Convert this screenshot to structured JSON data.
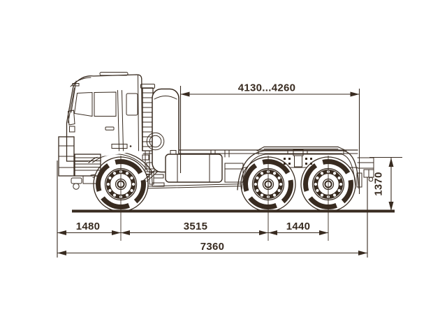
{
  "diagram": {
    "type": "technical dimensional drawing",
    "subject": "Three-axle truck tractor, side elevation",
    "ink_color": "#382b20",
    "background_color": "#ffffff"
  },
  "dimensions": {
    "chassis_span": "4130...4260",
    "front_overhang": "1480",
    "front_axle_to_bogie": "3515",
    "bogie_axle_spacing": "1440",
    "overall_length": "7360",
    "rear_height": "1370"
  }
}
